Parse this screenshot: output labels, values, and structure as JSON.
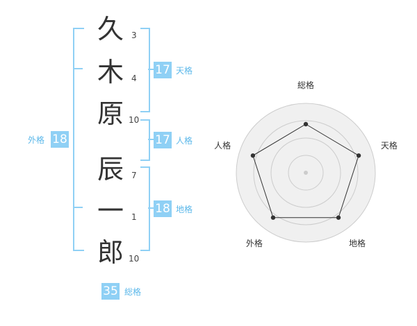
{
  "name": {
    "chars": [
      {
        "char": "久",
        "strokes": "3"
      },
      {
        "char": "木",
        "strokes": "4"
      },
      {
        "char": "原",
        "strokes": "10"
      },
      {
        "char": "辰",
        "strokes": "7"
      },
      {
        "char": "一",
        "strokes": "1"
      },
      {
        "char": "郎",
        "strokes": "10"
      }
    ]
  },
  "kakusu": {
    "tenkaku": {
      "value": "17",
      "label": "天格"
    },
    "jinkaku": {
      "value": "17",
      "label": "人格"
    },
    "chikaku": {
      "value": "18",
      "label": "地格"
    },
    "gaikaku": {
      "value": "18",
      "label": "外格"
    },
    "soukaku": {
      "value": "35",
      "label": "総格"
    }
  },
  "chart_data": {
    "type": "radar",
    "axes": [
      "総格",
      "天格",
      "地格",
      "外格",
      "人格"
    ],
    "values": [
      0.7,
      0.8,
      0.8,
      0.8,
      0.8
    ],
    "range": [
      0,
      1
    ],
    "rings": 4,
    "fill_color": "#f0f0f0",
    "ring_color": "#cccccc",
    "line_color": "#333333"
  },
  "colors": {
    "accent": "#8fd0f5",
    "accent_text": "#5cb8ea"
  }
}
